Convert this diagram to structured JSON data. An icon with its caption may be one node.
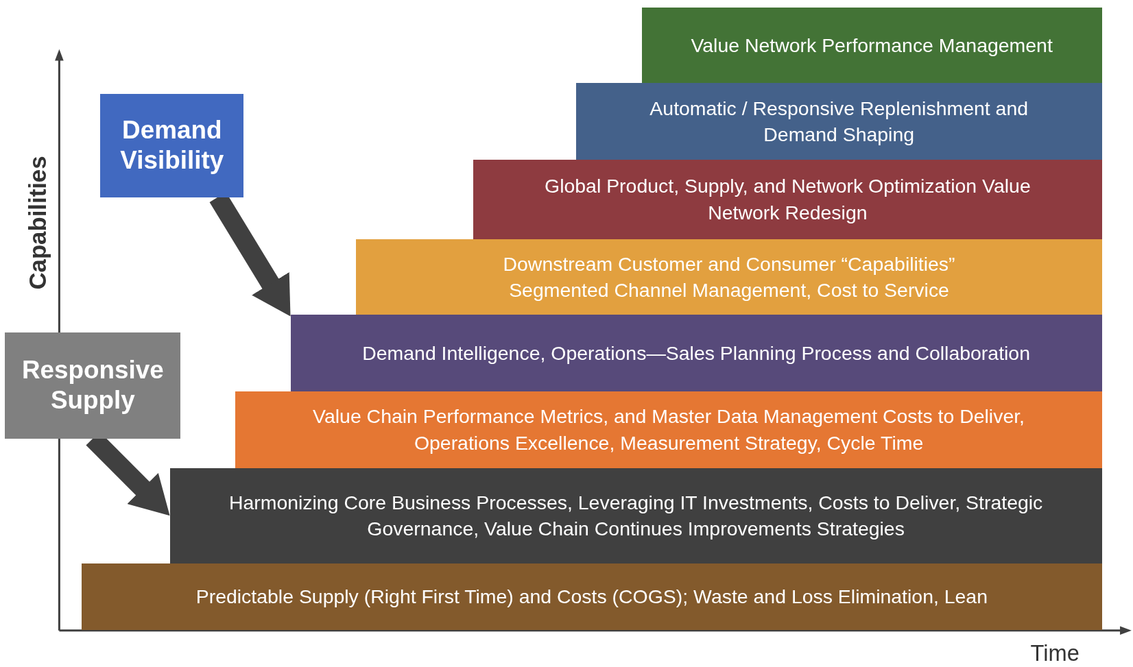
{
  "diagram": {
    "nodes": [
      {
        "text": [
          "Value Network Performance Management"
        ]
      },
      {
        "text": [
          "Automatic / Responsive Replenishment and Demand Shaping"
        ]
      },
      {
        "text": [
          "Demand Visibility"
        ]
      },
      {
        "text": [
          "Global Product, Supply, and Network Optimization Value Network Redesign"
        ]
      },
      {
        "text": [
          "Downstream Customer and Consumer “Capabilities” Segmented Channel Management, Cost to Service"
        ]
      },
      {
        "text": [
          "Demand Intelligence, Operations—Sales Planning Process and Collaboration"
        ]
      },
      {
        "text": [
          "Responsive Supply"
        ]
      },
      {
        "text": [
          "Value Chain Performance Metrics, and Master Data Management Costs to Deliver, Operations Excellence, Measurement Strategy, Cycle Time"
        ]
      },
      {
        "text": [
          "Harmonizing Core Business Processes, Leveraging IT Investments, Costs to Deliver, Strategic Governance, Value Chain Continues Improvements Strategies"
        ]
      },
      {
        "text": [
          "Predictable Supply (Right First Time) and Costs (COGS); Waste and Loss Elimination, Lean"
        ]
      }
    ],
    "edges": [
      {
        "from": 2,
        "to": 5,
        "arrow": "to"
      },
      {
        "from": 6,
        "to": 8,
        "arrow": "to"
      }
    ],
    "labels": [
      "Capabilities",
      "Time"
    ]
  }
}
